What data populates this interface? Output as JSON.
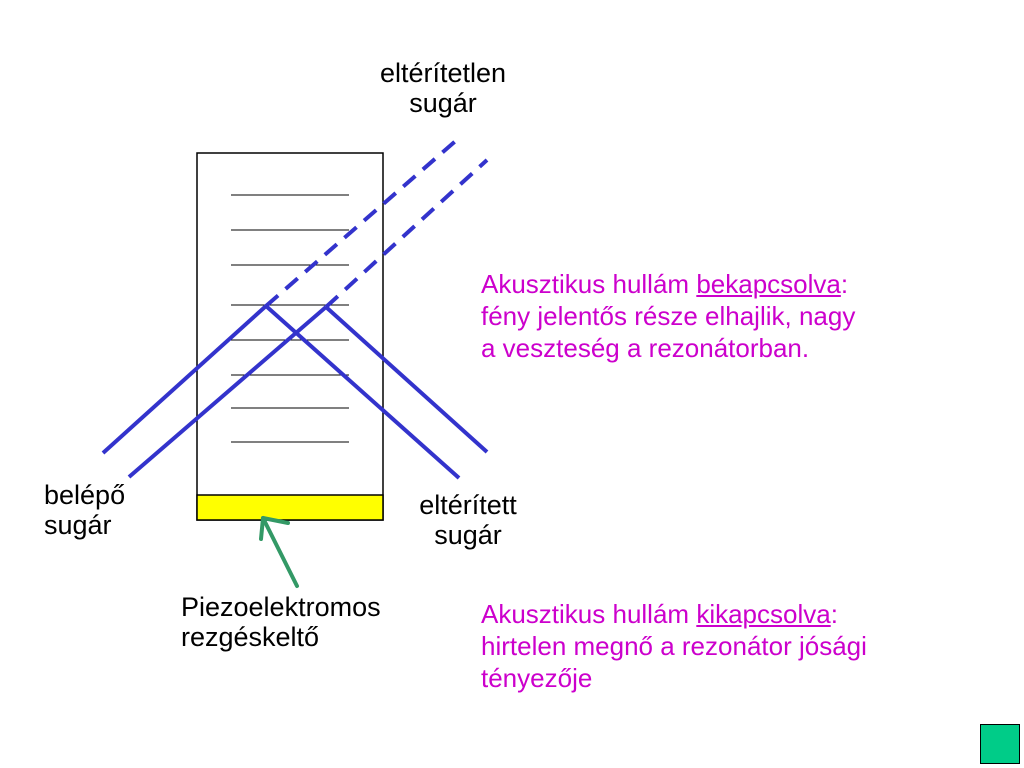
{
  "labels": {
    "undeflected_line1": "eltérítetlen",
    "undeflected_line2": "sugár",
    "incoming_line1": "belépő",
    "incoming_line2": "sugár",
    "deflected_line1": "eltérített",
    "deflected_line2": "sugár",
    "piezo_line1": "Piezoelektromos",
    "piezo_line2": "rezgéskeltő"
  },
  "note_on": {
    "prefix": "Akusztikus hullám ",
    "keyword": "bekapcsolva",
    "suffix": ":",
    "line2": "fény jelentős része elhajlik, nagy",
    "line3": "a veszteség a rezonátorban."
  },
  "note_off": {
    "prefix": "Akusztikus hullám ",
    "keyword": "kikapcsolva",
    "suffix": ":",
    "line2": "hirtelen megnő a rezonátor jósági",
    "line3": "tényezője"
  },
  "colors": {
    "beam": "#3333cc",
    "transducer": "#ffff00",
    "arrow": "#339966",
    "note_text": "#cc00cc",
    "nav_button": "#00cc88"
  },
  "icons": {
    "nav_button": "square-nav-icon"
  }
}
